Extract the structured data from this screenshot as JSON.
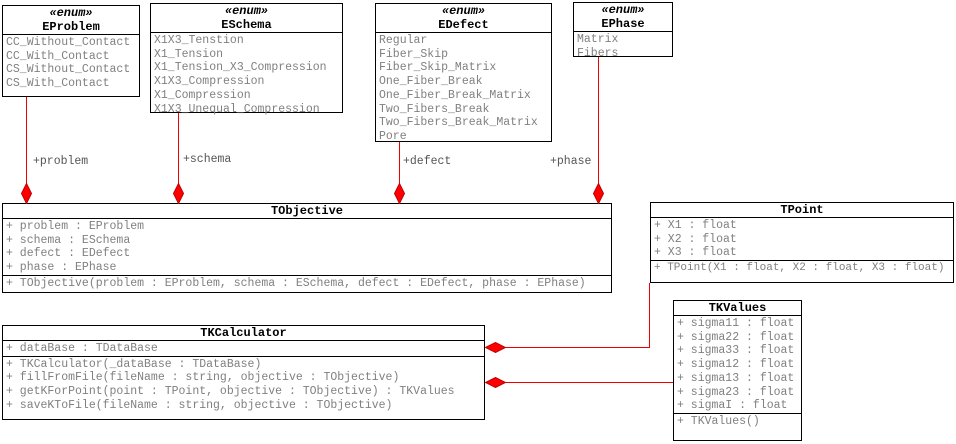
{
  "colors": {
    "connector_red": "#f00000",
    "diamond_fill": "#ff0000",
    "diamond_stroke": "#c00000",
    "member_text": "#808080",
    "label_text": "#555555",
    "border": "#000000",
    "background": "#ffffff"
  },
  "classes": {
    "eproblem": {
      "stereotype": "«enum»",
      "name": "EProblem",
      "attrs": [
        "CC_Without_Contact",
        "CC_With_Contact",
        "CS_Without_Contact",
        "CS_With_Contact"
      ]
    },
    "eschema": {
      "stereotype": "«enum»",
      "name": "ESchema",
      "attrs": [
        "X1X3_Tenstion",
        "X1_Tension",
        "X1_Tension_X3_Compression",
        "X1X3_Compression",
        "X1_Compression",
        "X1X3_Unequal_Compression"
      ]
    },
    "edefect": {
      "stereotype": "«enum»",
      "name": "EDefect",
      "attrs": [
        "Regular",
        "Fiber_Skip",
        "Fiber_Skip_Matrix",
        "One_Fiber_Break",
        "One_Fiber_Break_Matrix",
        "Two_Fibers_Break",
        "Two_Fibers_Break_Matrix",
        "Pore"
      ]
    },
    "ephase": {
      "stereotype": "«enum»",
      "name": "EPhase",
      "attrs": [
        "Matrix",
        "Fibers"
      ]
    },
    "tobjective": {
      "name": "TObjective",
      "attrs": [
        "+ problem : EProblem",
        "+ schema : ESchema",
        "+ defect : EDefect",
        "+ phase : EPhase"
      ],
      "ops": [
        "+ TObjective(problem : EProblem, schema : ESchema, defect : EDefect, phase : EPhase)"
      ]
    },
    "tpoint": {
      "name": "TPoint",
      "attrs": [
        "+ X1 : float",
        "+ X2 : float",
        "+ X3 : float"
      ],
      "ops": [
        "+ TPoint(X1 : float, X2 : float, X3 : float)"
      ]
    },
    "tkcalculator": {
      "name": "TKCalculator",
      "attrs": [
        "+ dataBase : TDataBase"
      ],
      "ops": [
        "+ TKCalculator(_dataBase : TDataBase)",
        "+ fillFromFile(fileName : string, objective : TObjective)",
        "+ getKForPoint(point : TPoint, objective : TObjective) : TKValues",
        "+ saveKToFile(fileName : string, objective : TObjective)"
      ]
    },
    "tkvalues": {
      "name": "TKValues",
      "attrs": [
        "+ sigma11 : float",
        "+ sigma22 : float",
        "+ sigma33 : float",
        "+ sigma12 : float",
        "+ sigma13 : float",
        "+ sigma23 : float",
        "+ sigmaI : float"
      ],
      "ops": [
        "+ TKValues()"
      ]
    }
  },
  "edge_labels": {
    "problem": "+problem",
    "schema": "+schema",
    "defect": "+defect",
    "phase": "+phase"
  }
}
